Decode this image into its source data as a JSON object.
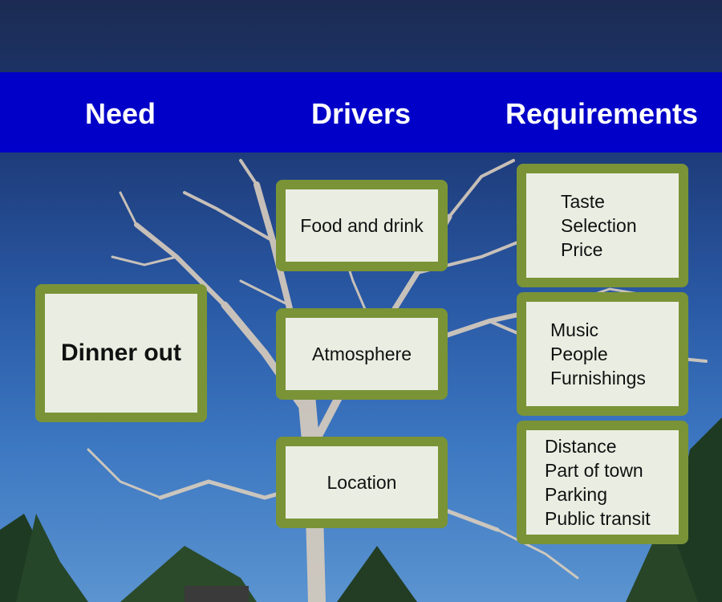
{
  "headers": {
    "need": "Need",
    "drivers": "Drivers",
    "requirements": "Requirements"
  },
  "need": {
    "label": "Dinner out"
  },
  "drivers": [
    {
      "label": "Food and drink"
    },
    {
      "label": "Atmosphere"
    },
    {
      "label": "Location"
    }
  ],
  "requirements": [
    {
      "items": [
        "Taste",
        "Selection",
        "Price"
      ]
    },
    {
      "items": [
        "Music",
        "People",
        "Furnishings"
      ]
    },
    {
      "items": [
        "Distance",
        "Part of town",
        "Parking",
        "Public transit"
      ]
    }
  ],
  "colors": {
    "header_band": "#0000c8",
    "box_border": "#7a9337",
    "box_fill": "#eaeee2"
  }
}
